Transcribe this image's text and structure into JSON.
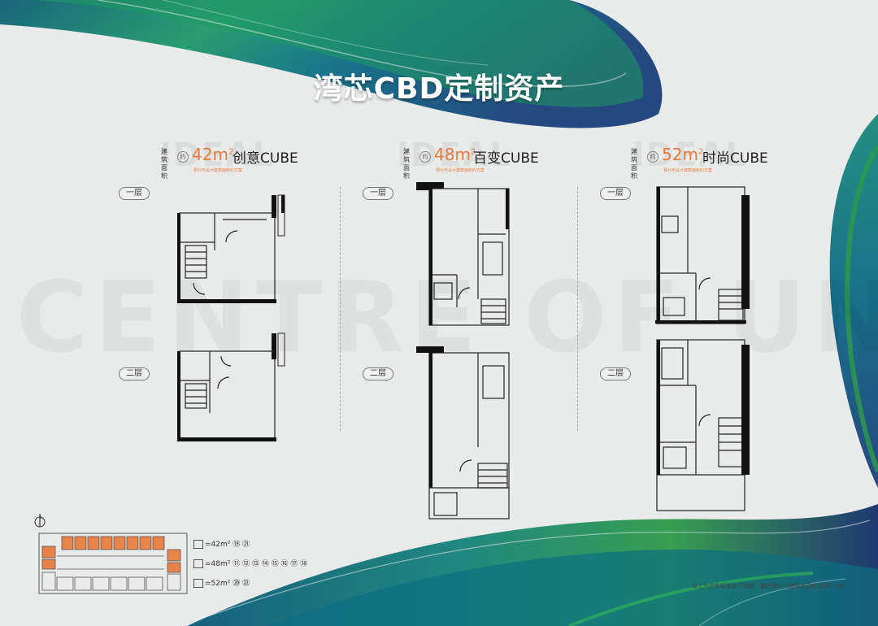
{
  "title": "湾芯CBD定制资产",
  "watermark": "CENTRE OF UNIVERSITY",
  "ideal_mark": "IDEAL",
  "units": [
    {
      "area_label": "建筑面积",
      "approx": "约",
      "size": "42m",
      "sup": "2",
      "name": "创意CUBE",
      "sub": "预计可设计建筑面积约方案"
    },
    {
      "area_label": "建筑面积",
      "approx": "约",
      "size": "48m",
      "sup": "2",
      "name": "百变CUBE",
      "sub": "预计可设计建筑面积约方案"
    },
    {
      "area_label": "建筑面积",
      "approx": "约",
      "size": "52m",
      "sup": "2",
      "name": "时尚CUBE",
      "sub": "预计可设计建筑面积约方案"
    }
  ],
  "floors": {
    "first": "一层",
    "second": "二层"
  },
  "legend": [
    {
      "label": "=42m²",
      "codes": "⑲ ㉑"
    },
    {
      "label": "=48m²",
      "codes": "⑪ ⑫ ⑬ ⑭ ⑮ ⑯ ⑰ ⑱"
    },
    {
      "label": "=52m²",
      "codes": "⑳ ㉒"
    }
  ],
  "disclaimer": "以上为户型标准层平面图，最终请以《商品房买卖合同》为准",
  "colors": {
    "accent": "#e87a3c",
    "teal": "#127a7a",
    "green": "#2e9a4a",
    "navy": "#14306a"
  }
}
